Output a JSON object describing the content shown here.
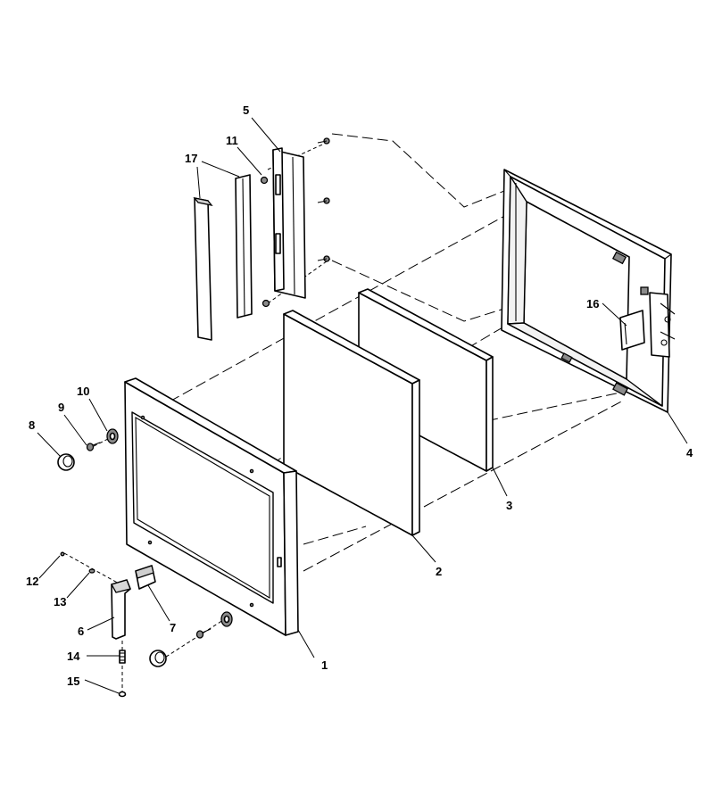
{
  "callouts": {
    "c1": "1",
    "c2": "2",
    "c3": "3",
    "c4": "4",
    "c5": "5",
    "c6": "6",
    "c7": "7",
    "c8": "8",
    "c9": "9",
    "c10": "10",
    "c11": "11",
    "c12": "12",
    "c13": "13",
    "c14": "14",
    "c15": "15",
    "c16": "16",
    "c17": "17"
  },
  "colors": {
    "line": "#000000",
    "background": "#ffffff",
    "shade": "#8a8a8a"
  }
}
